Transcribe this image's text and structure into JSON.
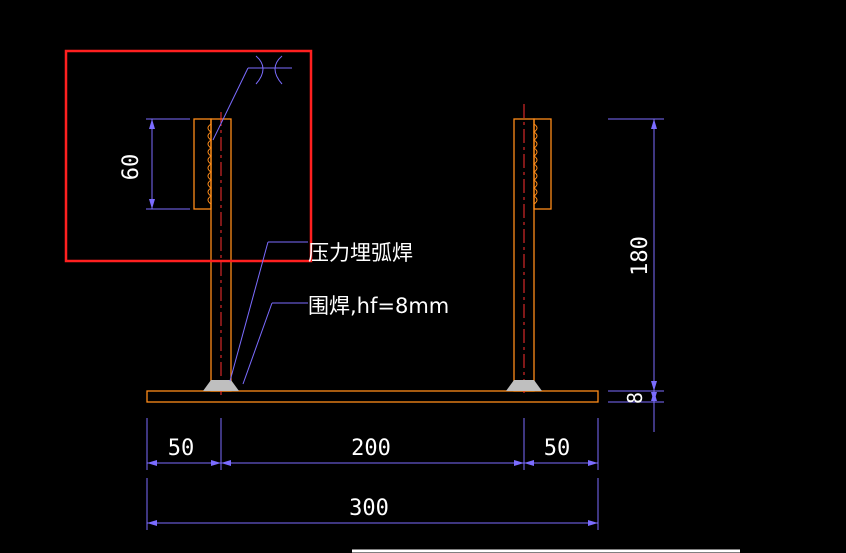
{
  "colors": {
    "background": "#000000",
    "part": "#ff8c1a",
    "dimension": "#7b6cff",
    "centerline": "#ff3030",
    "highlight": "#ff2020",
    "weld_bead": "#bfbfbf",
    "text": "#ffffff"
  },
  "dimensions": {
    "left_offset": "50",
    "center_span": "200",
    "right_offset": "50",
    "total_width": "300",
    "stud_height": "180",
    "plate_thickness": "8",
    "weld_length": "60"
  },
  "annotations": {
    "pressure_weld": "压力埋弧焊",
    "fillet_weld": "围焊,hf=8mm"
  }
}
